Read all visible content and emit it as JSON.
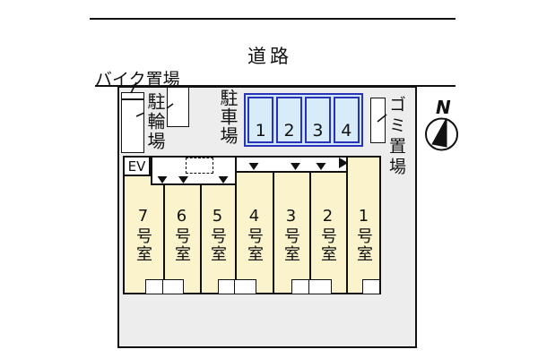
{
  "road": {
    "label": "道路"
  },
  "labels": {
    "bike_area": "バイク置場",
    "bicycle_parking": "駐輪場",
    "car_parking": "駐車場",
    "garbage": "ゴミ置場",
    "compass_north": "N",
    "elevator": "EV"
  },
  "car_parking": {
    "stalls": [
      "1",
      "2",
      "3",
      "4"
    ]
  },
  "building": {
    "rooms": [
      "7号室",
      "6号室",
      "5号室",
      "4号室",
      "3号室",
      "2号室",
      "1号室"
    ]
  },
  "colors": {
    "site_fill": "#ededed",
    "room_fill": "#faf3cc",
    "parking_fill": "#d7ebf9",
    "parking_border": "#2a32b8",
    "line": "#111111"
  }
}
